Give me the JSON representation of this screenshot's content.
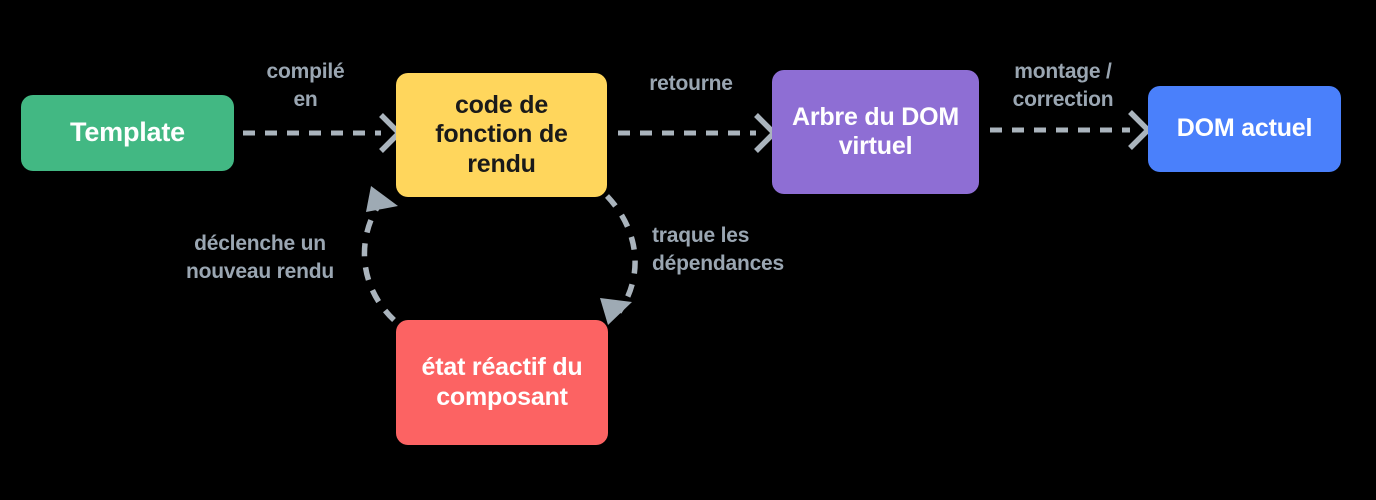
{
  "diagram": {
    "title": "Vue reactivity and rendering pipeline",
    "background_color": "#000000",
    "label_color": "#9aa6b2",
    "arrow_color": "#aab4bd",
    "nodes": [
      {
        "id": "template",
        "label": "Template",
        "color": "#42b883",
        "text_color": "#ffffff"
      },
      {
        "id": "render_fn",
        "label": "code de\nfonction de\nrendu",
        "color": "#ffd65c",
        "text_color": "#1a1a1a"
      },
      {
        "id": "vdom",
        "label": "Arbre du DOM\nvirtuel",
        "color": "#8e6ed4",
        "text_color": "#ffffff"
      },
      {
        "id": "dom",
        "label": "DOM actuel",
        "color": "#4a80fb",
        "text_color": "#ffffff"
      },
      {
        "id": "state",
        "label": "état réactif\ndu\ncomposant",
        "color": "#fc6363",
        "text_color": "#ffffff"
      }
    ],
    "edges": [
      {
        "id": "compile",
        "from": "template",
        "to": "render_fn",
        "label": "compilé\nen",
        "style": "dashed-straight"
      },
      {
        "id": "returns",
        "from": "render_fn",
        "to": "vdom",
        "label": "retourne",
        "style": "dashed-straight"
      },
      {
        "id": "mount",
        "from": "vdom",
        "to": "dom",
        "label": "montage /\ncorrection",
        "style": "dashed-straight"
      },
      {
        "id": "tracks",
        "from": "render_fn",
        "to": "state",
        "label": "traque les\ndépendances",
        "style": "dashed-curve"
      },
      {
        "id": "trigger",
        "from": "state",
        "to": "render_fn",
        "label": "déclenche un\nnouveau rendu",
        "style": "dashed-curve"
      }
    ]
  }
}
